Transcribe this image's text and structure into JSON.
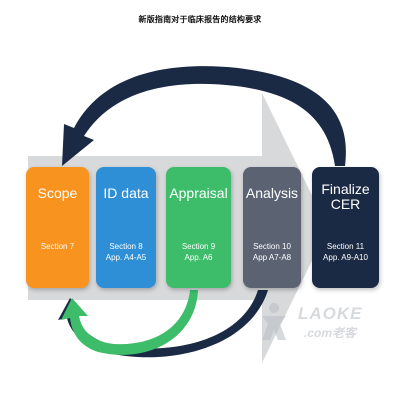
{
  "title": "新版指南对于临床报告的结构要求",
  "colors": {
    "scope": "#f7931e",
    "id_data": "#2f8fd6",
    "appraisal": "#3dbd6a",
    "analysis": "#5b6372",
    "finalize": "#1b2a44",
    "big_arrow": "#d8d9db",
    "loop_dark": "#1b2a44",
    "loop_green": "#3dbd6a"
  },
  "cards": [
    {
      "name": "Scope",
      "ref1": "Section 7",
      "ref2": ""
    },
    {
      "name": "ID data",
      "ref1": "Section 8",
      "ref2": "App. A4-A5"
    },
    {
      "name": "Appraisal",
      "ref1": "Section 9",
      "ref2": "App. A6"
    },
    {
      "name": "Analysis",
      "ref1": "Section 10",
      "ref2": "App A7-A8"
    },
    {
      "name": "Finalize\nCER",
      "ref1": "Section 11",
      "ref2": "App. A9-A10"
    }
  ],
  "watermark": {
    "text": "LAOKE",
    "sub": ".com老客"
  }
}
